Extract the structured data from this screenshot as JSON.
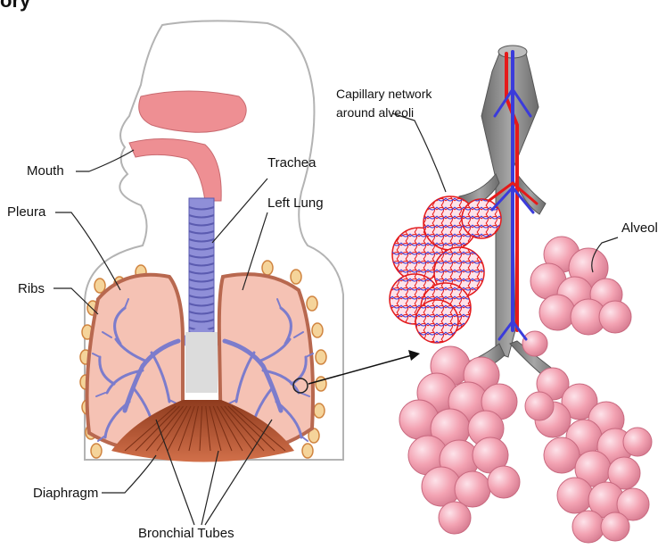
{
  "header_fragment": "ory",
  "labels": {
    "mouth": "Mouth",
    "pleura": "Pleura",
    "ribs": "Ribs",
    "trachea": "Trachea",
    "left_lung": "Left Lung",
    "diaphragm": "Diaphragm",
    "bronchial_tubes": "Bronchial Tubes",
    "capillary_line1": "Capillary network",
    "capillary_line2": "around alveoli",
    "alveoli": "Alveol"
  },
  "colors": {
    "skin_outline": "#bdbdbd",
    "mouth_pink": "#ee8f93",
    "trachea_blue": "#8f8fd8",
    "lung_fill": "#f5c2b4",
    "lung_edge": "#b8684f",
    "rib_orange": "#d08440",
    "bronchi_blue": "#7c7ccc",
    "diaphragm": "#b4522e",
    "alveoli_pink": "#f3a3b3",
    "vessel_red": "#e51a1a",
    "vessel_blue": "#3b3bdb",
    "airway_gray": "#8a8a8a"
  }
}
